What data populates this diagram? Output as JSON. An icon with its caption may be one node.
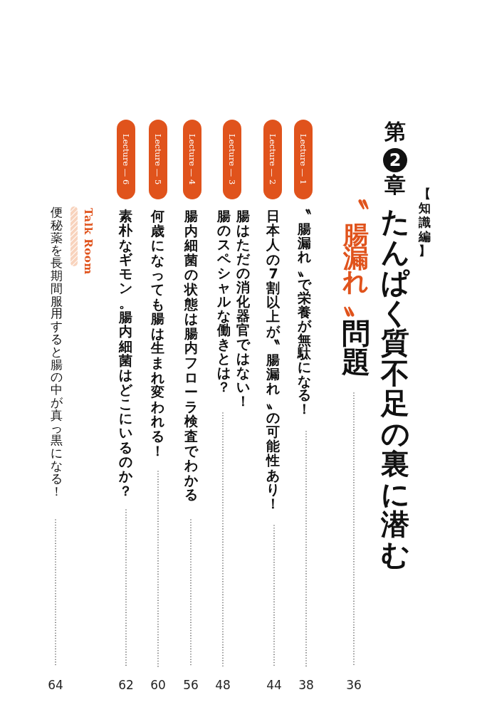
{
  "diagram": {
    "nodes": [
      {
        "text": [
          "2"
        ]
      },
      {
        "text": [
          "Lecture — 1"
        ]
      },
      {
        "text": [
          "Lecture — 2"
        ]
      },
      {
        "text": [
          "Lecture — 3"
        ]
      },
      {
        "text": [
          "Lecture — 4"
        ]
      },
      {
        "text": [
          "Lecture — 5"
        ]
      },
      {
        "text": [
          "Lecture — 6"
        ]
      }
    ],
    "labels": [
      "第",
      "章",
      "【知識編】",
      "たんぱく質不足の裏に潜む",
      "〝腸漏れ〟",
      "問題",
      "36",
      "〝腸漏れ〟で栄養が無駄になる！",
      "38",
      "日本人の7割以上が〝腸漏れ〟の可能性あり！",
      "44",
      "腸はただの消化器官ではない！",
      "腸のスペシャルな働きとは？",
      "48",
      "腸内細菌の状態は腸内フローラ検査でわかる",
      "56",
      "何歳になっても腸は生まれ変われる！",
      "60",
      "素朴なギモン。腸内細菌はどこにいるのか？",
      "62",
      "Talk Room",
      "便秘薬を長期間服用すると腸の中が真っ黒になる！",
      "64"
    ]
  }
}
